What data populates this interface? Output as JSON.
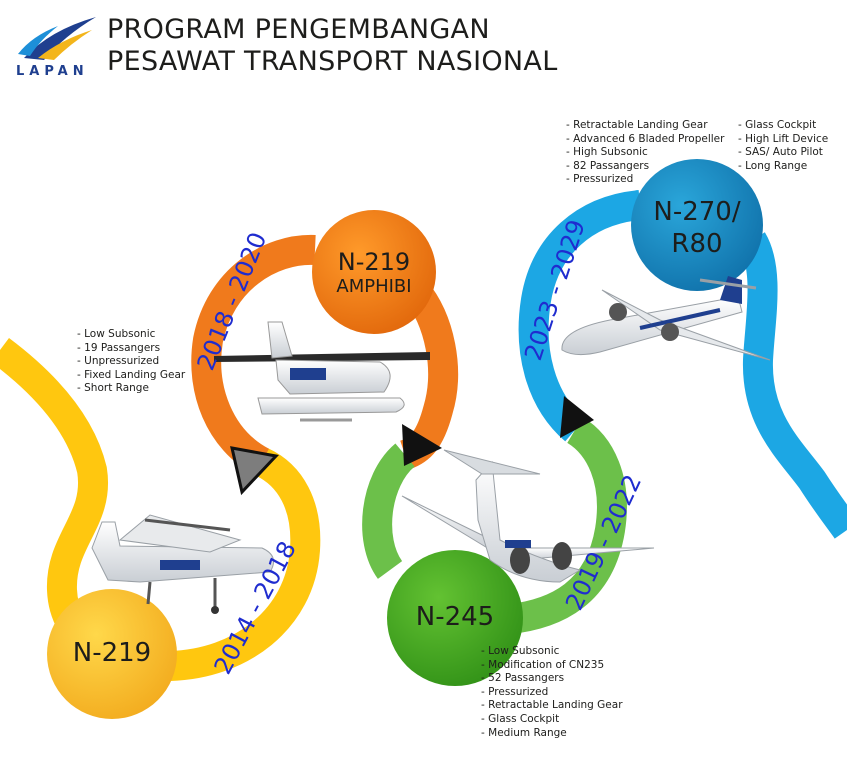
{
  "header": {
    "logo_text": "LAPAN",
    "title_line1": "PROGRAM PENGEMBANGAN",
    "title_line2": "PESAWAT TRANSPORT NASIONAL"
  },
  "colors": {
    "yellow": "#ffc70f",
    "orange": "#f07a1c",
    "green": "#6cc04a",
    "blue": "#1ca7e4",
    "year_text": "#1f2ccf",
    "arrow": "#111111"
  },
  "programs": [
    {
      "name": "N-219",
      "period": "2014 - 2018",
      "specs": [
        "Low Subsonic",
        "19 Passangers",
        "Unpressurized",
        "Fixed Landing Gear",
        "Short Range"
      ]
    },
    {
      "name_line1": "N-219",
      "name_line2": "AMPHIBI",
      "period": "2018 - 2020"
    },
    {
      "name": "N-245",
      "period": "2019 - 2022",
      "specs": [
        "Low Subsonic",
        "Modification of CN235",
        "52 Passangers",
        "Pressurized",
        "Retractable Landing Gear",
        "Glass Cockpit",
        "Medium Range"
      ]
    },
    {
      "name_line1": "N-270/",
      "name_line2": "R80",
      "period": "2023 - 2029",
      "specs_left": [
        "Retractable Landing Gear",
        "Advanced 6 Bladed Propeller",
        "High Subsonic",
        "82 Passangers",
        "Pressurized"
      ],
      "specs_right": [
        "Glass Cockpit",
        "High Lift Device",
        "SAS/ Auto Pilot",
        "Long Range"
      ]
    }
  ]
}
